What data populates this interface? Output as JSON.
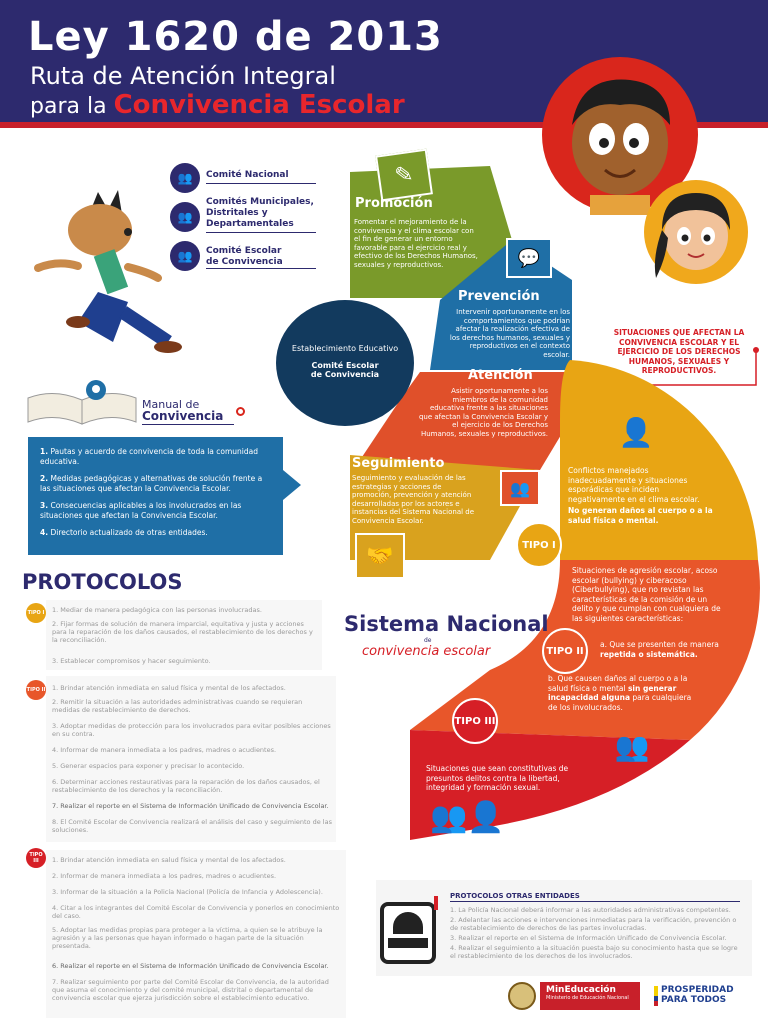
{
  "header": {
    "title": "Ley 1620 de 2013",
    "subtitle_line1": "Ruta de Atención Integral",
    "subtitle_line2_prefix": "para la",
    "subtitle_line2_highlight": "Convivencia Escolar"
  },
  "committees": [
    {
      "label": "Comité Nacional"
    },
    {
      "label": "Comités Municipales, Distritales y Departamentales"
    },
    {
      "label": "Comité Escolar de Convivencia"
    }
  ],
  "manual": {
    "title_line1": "Manual de",
    "title_line2": "Convivencia",
    "items": [
      {
        "num": "1.",
        "text": "Pautas y acuerdo de convivencia de toda la comunidad educativa."
      },
      {
        "num": "2.",
        "text": "Medidas pedagógicas y alternativas de solución frente a las situaciones que afectan la Convivencia Escolar."
      },
      {
        "num": "3.",
        "text": "Consecuencias aplicables a los involucrados en las situaciones que afectan la Convivencia Escolar."
      },
      {
        "num": "4.",
        "text": "Directorio actualizado de otras entidades."
      }
    ]
  },
  "center": {
    "label": "Establecimiento Educativo",
    "committee_line1": "Comité Escolar",
    "committee_line2": "de Convivencia"
  },
  "spiral": [
    {
      "title": "Promoción",
      "text": "Fomentar el mejoramiento de la convivencia y el clima escolar con el fin de generar un entorno favorable para el ejercicio real y efectivo de los Derechos Humanos, sexuales y reproductivos.",
      "color": "#7a9a2a"
    },
    {
      "title": "Prevención",
      "text": "Intervenir oportunamente en los comportamientos que podrían afectar la realización efectiva de los derechos humanos, sexuales y reproductivos en el contexto escolar.",
      "color": "#1f6fa6"
    },
    {
      "title": "Atención",
      "text": "Asistir oportunamente a los miembros de la comunidad educativa frente a las situaciones que afectan la Convivencia Escolar y el ejercicio de los Derechos Humanos, sexuales y reproductivos.",
      "color": "#e0502a"
    },
    {
      "title": "Seguimiento",
      "text": "Seguimiento y evaluación de las estrategias y acciones de promoción, prevención y atención desarrolladas por los actores e instancias del Sistema Nacional de Convivencia Escolar.",
      "color": "#d9a21e"
    }
  ],
  "situations": {
    "heading": "SITUACIONES QUE AFECTAN LA CONVIVENCIA ESCOLAR Y EL EJERCICIO DE LOS DERECHOS HUMANOS, SEXUALES Y REPRODUCTIVOS.",
    "tipo1": {
      "badge": "TIPO I",
      "text": "Conflictos manejados inadecuadamente y situaciones esporádicas que inciden negativamente en el clima escolar.",
      "bold": "No generan daños al cuerpo o a la salud física o mental."
    },
    "tipo2": {
      "badge": "TIPO II",
      "text": "Situaciones de agresión escolar, acoso escolar (bullying) y ciberacoso (Ciberbullying), que no revistan las características de la comisión de un delito y que cumplan con cualquiera de las siguientes características:",
      "a": "a. Que se presenten de manera",
      "a_bold": "repetida o sistemática.",
      "b": "b. Que causen daños al cuerpo o a la salud física o mental",
      "b_bold": "sin generar incapacidad alguna",
      "b_end": "para cualquiera de los involucrados."
    },
    "tipo3": {
      "badge": "TIPO III",
      "text": "Situaciones que sean constitutivas de presuntos delitos contra la libertad, integridad y formación sexual."
    }
  },
  "sistema": {
    "line1": "Sistema Nacional",
    "line2": "de",
    "line3": "convivencia escolar"
  },
  "protocolos": {
    "title": "PROTOCOLOS",
    "tipo1": {
      "badge": "TIPO I",
      "items": [
        "1. Mediar de manera pedagógica con las personas involucradas.",
        "2. Fijar formas de solución de manera imparcial, equitativa y justa y acciones para la reparación de los daños causados, el restablecimiento de los derechos y la reconciliación.",
        "3. Establecer compromisos y hacer seguimiento."
      ]
    },
    "tipo2": {
      "badge": "TIPO II",
      "items": [
        "1. Brindar atención inmediata en salud física y mental de los afectados.",
        "2. Remitir la situación a las autoridades administrativas cuando se requieran medidas de restablecimiento de derechos.",
        "3. Adoptar medidas de protección para los involucrados para evitar posibles acciones en su contra.",
        "4. Informar de manera inmediata a los padres, madres o acudientes.",
        "5. Generar espacios para exponer y precisar lo acontecido.",
        "6. Determinar acciones restaurativas para la reparación de los daños causados, el restablecimiento de los derechos y la reconciliación.",
        "7. Realizar el reporte en el Sistema de Información Unificado de Convivencia Escolar.",
        "8. El Comité Escolar de Convivencia realizará el análisis del caso y seguimiento de las soluciones."
      ]
    },
    "tipo3": {
      "badge": "TIPO III",
      "items": [
        "1. Brindar atención inmediata en salud física y mental de los afectados.",
        "2. Informar de manera inmediata a los padres, madres o acudientes.",
        "3. Informar de la situación a la Policía Nacional (Policía de Infancia y Adolescencia).",
        "4. Citar a los integrantes del Comité Escolar de Convivencia y ponerlos en conocimiento del caso.",
        "5. Adoptar las medidas propias para proteger a la víctima, a quien se le atribuye la agresión y a las personas que hayan informado o hagan parte de la situación presentada.",
        "6. Realizar el reporte en el Sistema de Información Unificado de Convivencia Escolar.",
        "7. Realizar seguimiento por parte del Comité Escolar de Convivencia, de la autoridad que asuma el conocimiento y del comité municipal, distrital o departamental de convivencia escolar que ejerza jurisdicción sobre el establecimiento educativo."
      ]
    }
  },
  "otras": {
    "title": "PROTOCOLOS OTRAS ENTIDADES",
    "items": [
      "1. La Policía Nacional deberá informar a las autoridades administrativas competentes.",
      "2. Adelantar las acciones e intervenciones inmediatas para la verificación, prevención o de restablecimiento de derechos de las partes involucradas.",
      "3. Realizar el reporte en el Sistema de Información Unificado de Convivencia Escolar.",
      "4. Realizar el seguimiento a la situación puesta bajo su conocimiento hasta que se logre el restablecimiento de los derechos de los involucrados."
    ]
  },
  "footer": {
    "min_name": "MinEducación",
    "min_sub": "Ministerio de Educación Nacional",
    "prosperidad_line1": "PROSPERIDAD",
    "prosperidad_line2": "PARA TODOS"
  },
  "colors": {
    "navy": "#2d2a6e",
    "red": "#c8202a",
    "green": "#7a9a2a",
    "blue": "#1f6fa6",
    "orange": "#e0502a",
    "yellow": "#e8a514",
    "tipo2": "#e8562a",
    "tipo3": "#d61f26"
  }
}
